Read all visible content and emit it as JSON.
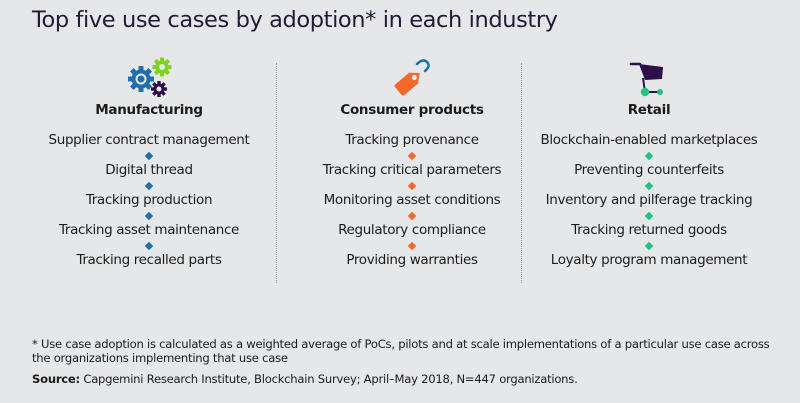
{
  "title": "Top five use cases by adoption* in each industry",
  "colors": {
    "manufacturing_accent": "#1f6fae",
    "consumer_accent": "#f26a2e",
    "retail_accent": "#1fc383",
    "title": "#231a3a",
    "background": "#e6e7e9"
  },
  "industries": [
    {
      "name": "Manufacturing",
      "icon": "gears-icon",
      "use_cases": [
        "Supplier contract management",
        "Digital thread",
        "Tracking production",
        "Tracking asset maintenance",
        "Tracking recalled parts"
      ]
    },
    {
      "name": "Consumer products",
      "icon": "price-tag-icon",
      "use_cases": [
        "Tracking provenance",
        "Tracking critical parameters",
        "Monitoring asset conditions",
        "Regulatory compliance",
        "Providing warranties"
      ]
    },
    {
      "name": "Retail",
      "icon": "shopping-cart-icon",
      "use_cases": [
        "Blockchain-enabled marketplaces",
        "Preventing counterfeits",
        "Inventory and pilferage tracking",
        "Tracking returned goods",
        "Loyalty program management"
      ]
    }
  ],
  "footnote": "* Use case adoption is calculated as a weighted average of PoCs, pilots and at scale implementations of a particular use case across the organizations implementing that use case",
  "source": {
    "label": "Source:",
    "text": " Capgemini Research Institute, Blockchain Survey; April–May 2018, N=447 organizations."
  }
}
